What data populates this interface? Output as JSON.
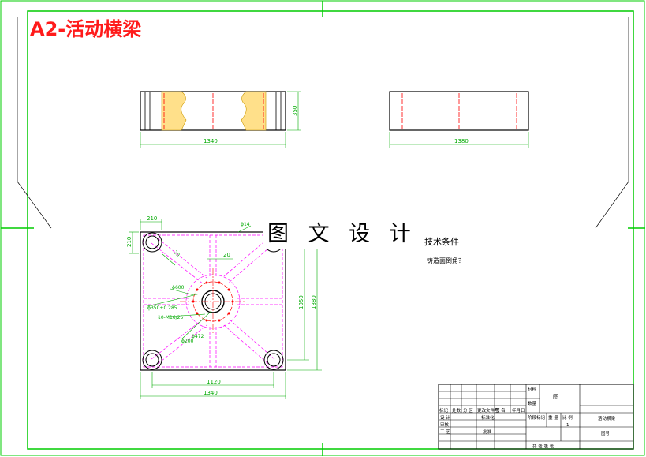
{
  "title": "A2-活动横梁",
  "watermark": "图 文 设 计",
  "tech_requirements": {
    "heading": "技术条件",
    "text": "铸造面倒角？"
  },
  "dimensions": {
    "front_length": "1340",
    "front_height": "350",
    "side_length": "1380",
    "plan_top_left_w": "210",
    "plan_top_left_h": "210",
    "plan_top_right": "ϕ14",
    "plan_rib_angle": "20",
    "plan_rib_width": "20",
    "plan_bore_dia": "ϕ600",
    "plan_tol_dia": "ϕ350±0.285",
    "plan_holes": "10-M16/25",
    "plan_small_dia": "ϕ472",
    "plan_center_dia": "ϕ200",
    "plan_height_inner": "1050",
    "plan_height_outer": "1380",
    "plan_width_inner": "1120",
    "plan_width_outer": "1340"
  },
  "title_block": {
    "sheet_label": "图",
    "row_header": [
      "标记",
      "处数",
      "分 区",
      "更改文件号",
      "签 名",
      "年月日"
    ],
    "design": "设 计",
    "standardize": "标准化",
    "check": "审核",
    "process": "工 艺",
    "approve": "批准",
    "stage_mark": "阶段标记",
    "weight": "重 量",
    "scale": "比 例",
    "scale_val": "1",
    "sheets": "共 张 第 张",
    "drawing_name": "活动横梁",
    "drawing_no": "图号",
    "material": "材料",
    "count": "数量"
  },
  "colors": {
    "border": "#00cc00",
    "outline": "#000000",
    "center_line": "#ff0000",
    "hidden_line": "#ff00ff",
    "hatch": "#ffcc33",
    "dimension": "#00aa00",
    "title_red": "#ff1a1a"
  }
}
